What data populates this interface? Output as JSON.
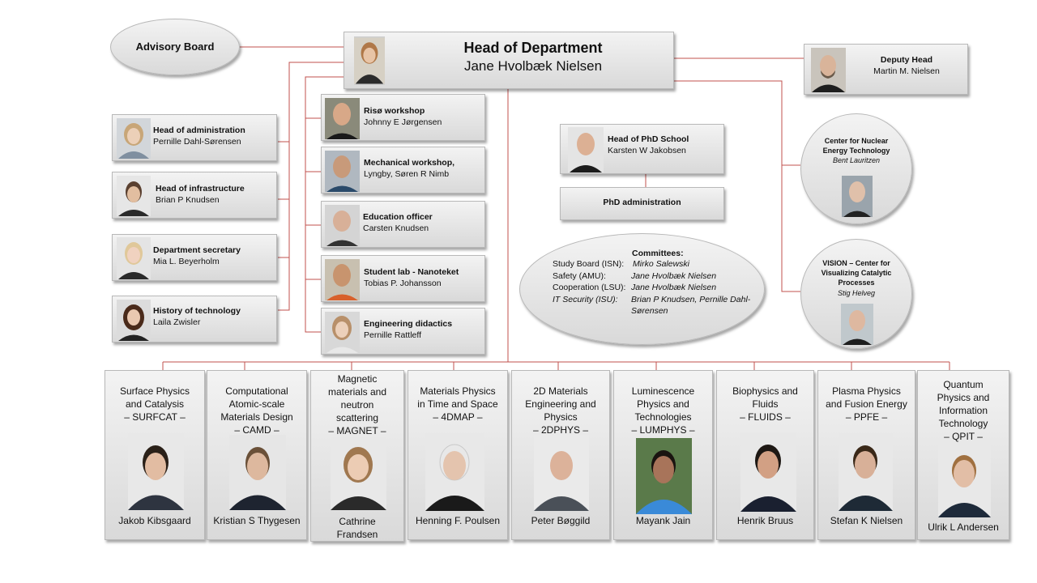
{
  "advisory": {
    "label": "Advisory Board"
  },
  "head": {
    "title": "Head of Department",
    "name": "Jane Hvolbæk Nielsen"
  },
  "deputy": {
    "title": "Deputy Head",
    "name": "Martin M. Nielsen"
  },
  "left_units": [
    {
      "title": "Head of administration",
      "name": "Pernille Dahl-Sørensen"
    },
    {
      "title": "Head of infrastructure",
      "name": "Brian P Knudsen"
    },
    {
      "title": "Department secretary",
      "name": "Mia L. Beyerholm"
    },
    {
      "title": "History of technology",
      "name": "Laila Zwisler"
    }
  ],
  "mid_units": [
    {
      "title": "Risø workshop",
      "name": "Johnny E Jørgensen"
    },
    {
      "title": "Mechanical workshop,",
      "name": "Lyngby, Søren R Nimb"
    },
    {
      "title": "Education officer",
      "name": "Carsten Knudsen"
    },
    {
      "title": "Student lab - Nanoteket",
      "name": "Tobias P. Johansson"
    },
    {
      "title": "Engineering didactics",
      "name": "Pernille Rattleff"
    }
  ],
  "phd": {
    "title": "Head of PhD School",
    "name": "Karsten W Jakobsen",
    "admin": "PhD administration"
  },
  "committees": {
    "title": "Committees:",
    "rows": [
      {
        "label": "Study Board (ISN):",
        "value": "Mirko Salewski"
      },
      {
        "label": "Safety (AMU):",
        "value": "Jane Hvolbæk Nielsen"
      },
      {
        "label": "Cooperation (LSU):",
        "value": "Jane Hvolbæk Nielsen"
      },
      {
        "label": "IT Security (ISU):",
        "value": "Brian P Knudsen,  Pernille Dahl-",
        "value2": "Sørensen"
      }
    ]
  },
  "centers": [
    {
      "title": "Center for Nuclear Energy Technology",
      "name": "Bent Lauritzen"
    },
    {
      "title": "VISION – Center for Visualizing Catalytic Processes",
      "name": "Stig Helveg"
    }
  ],
  "sections": [
    {
      "l1": "Surface Physics",
      "l2": "and Catalysis",
      "l3": "– SURFCAT –",
      "leader": "Jakob Kibsgaard"
    },
    {
      "l1": "Computational",
      "l2": "Atomic-scale",
      "l3": "Materials Design",
      "l4": "– CAMD –",
      "leader": "Kristian S Thygesen"
    },
    {
      "l1": "Magnetic",
      "l2": "materials and",
      "l3": "neutron",
      "l4": "scattering",
      "l5": "– MAGNET –",
      "leader": "Cathrine",
      "leader2": "Frandsen"
    },
    {
      "l1": "Materials Physics",
      "l2": "in Time and Space",
      "l3": "– 4DMAP –",
      "leader": "Henning F. Poulsen"
    },
    {
      "l1": "2D Materials",
      "l2": "Engineering and",
      "l3": "Physics",
      "l4": "– 2DPHYS –",
      "leader": "Peter Bøggild"
    },
    {
      "l1": "Luminescence",
      "l2": "Physics and",
      "l3": "Technologies",
      "l4": "– LUMPHYS –",
      "leader": "Mayank Jain"
    },
    {
      "l1": "Biophysics and",
      "l2": "Fluids",
      "l3": "– FLUIDS –",
      "leader": "Henrik Bruus"
    },
    {
      "l1": "Plasma Physics",
      "l2": "and Fusion Energy",
      "l3": "– PPFE –",
      "leader": "Stefan K Nielsen"
    },
    {
      "l1": "Quantum",
      "l2": "Physics and",
      "l3": "Information",
      "l4": "Technology",
      "l5": "– QPIT –",
      "leader": "Ulrik L Andersen"
    }
  ],
  "colors": {
    "connector": "#c0504d",
    "box_top": "#f3f3f3",
    "box_bottom": "#d9d9d9"
  }
}
